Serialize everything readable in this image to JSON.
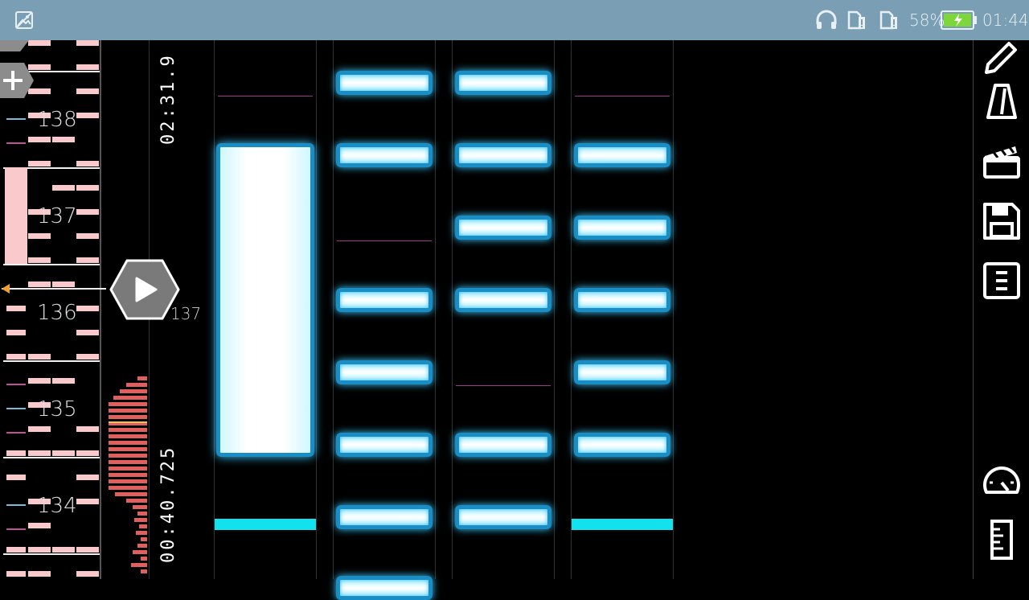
{
  "status_bar": {
    "battery_percent": "58%",
    "clock": "01:44",
    "icons": [
      "image-icon",
      "headphones-icon",
      "sim-warning-icon",
      "sim-warning-icon",
      "battery-charging-icon"
    ]
  },
  "timeline": {
    "measures": [
      "138",
      "137",
      "136",
      "135",
      "134"
    ],
    "current_time": "02:31.9",
    "elapsed_time": "00:40.725",
    "current_beat": "137"
  },
  "toolbar": {
    "tools": [
      "pencil-icon",
      "metronome-icon",
      "clapperboard-icon",
      "save-icon",
      "document-icon",
      "speedometer-icon",
      "ruler-icon"
    ]
  },
  "colors": {
    "status_bar": "#7a9fb5",
    "note_border": "#1a8ec4",
    "note_glow": "#3cc8ff",
    "cyan_bar": "#12e2ee",
    "density": "#e06060",
    "measure_pink": "#f9c9cb"
  }
}
